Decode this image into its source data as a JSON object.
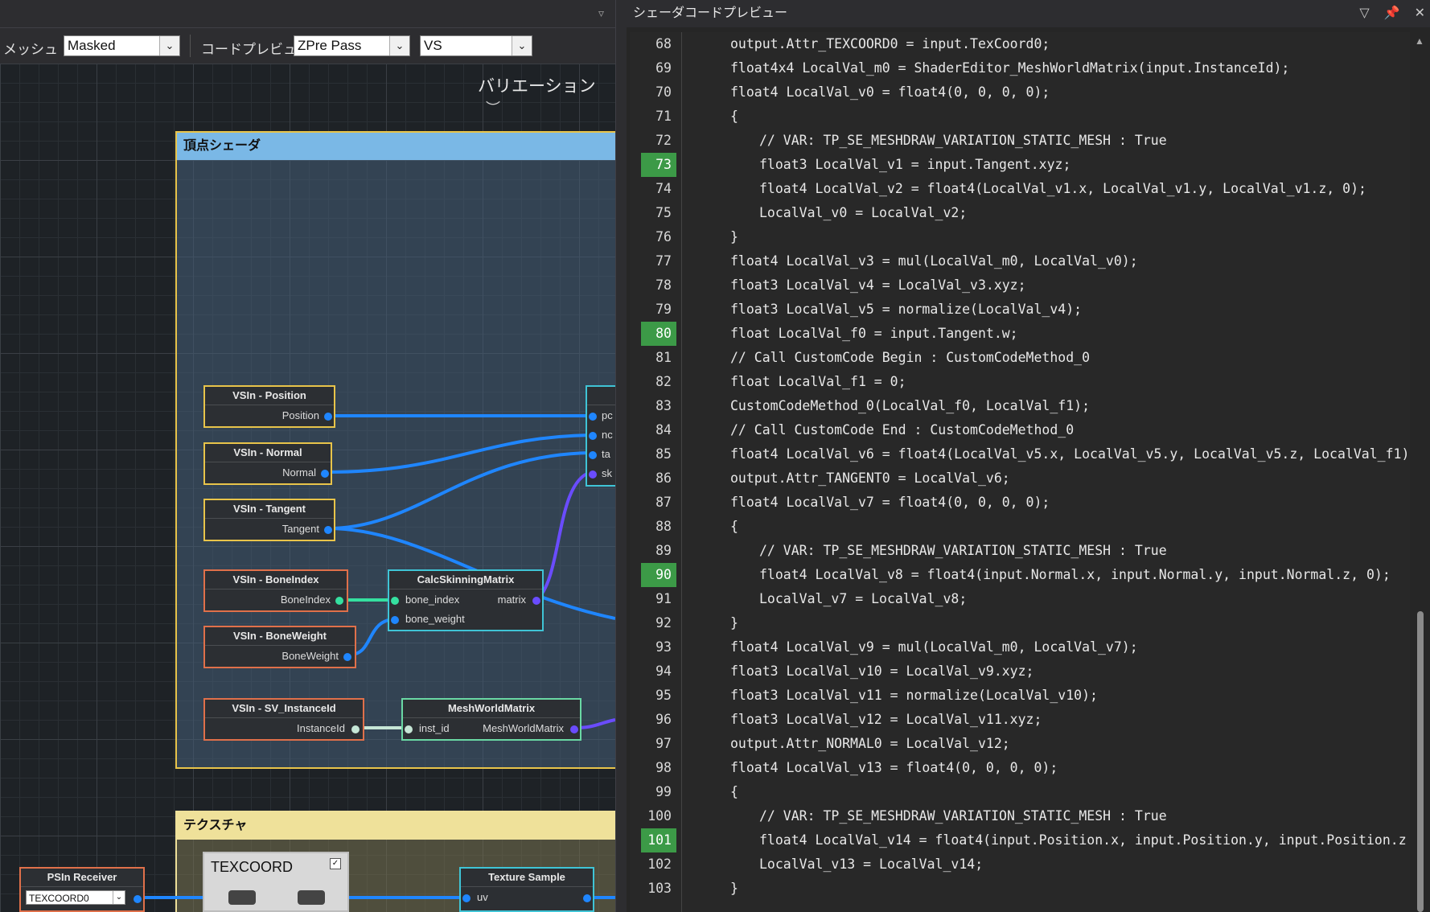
{
  "toolbar": {
    "mesh_label": "メッシュ",
    "mesh_value": "Masked",
    "preview_label": "コードプレビュー:",
    "pass_value": "ZPre Pass",
    "stage_value": "VS"
  },
  "canvas": {
    "variation_label": "バリエーション",
    "groups": {
      "vertex_shader": "頂点シェーダ",
      "texture": "テクスチャ"
    },
    "nodes": {
      "position": {
        "title": "VSIn - Position",
        "port": "Position"
      },
      "normal": {
        "title": "VSIn - Normal",
        "port": "Normal"
      },
      "tangent": {
        "title": "VSIn - Tangent",
        "port": "Tangent"
      },
      "boneindex": {
        "title": "VSIn - BoneIndex",
        "port": "BoneIndex"
      },
      "boneweight": {
        "title": "VSIn - BoneWeight",
        "port": "BoneWeight"
      },
      "instanceid": {
        "title": "VSIn - SV_InstanceId",
        "port": "InstanceId"
      },
      "calcskinning": {
        "title": "CalcSkinningMatrix",
        "in1": "bone_index",
        "in2": "bone_weight",
        "out": "matrix"
      },
      "meshworld": {
        "title": "MeshWorldMatrix",
        "in": "inst_id",
        "out": "MeshWorldMatrix"
      },
      "partial_out": {
        "p1": "pc",
        "p2": "nc",
        "p3": "ta",
        "p4": "sk"
      },
      "psin": {
        "title": "PSIn Receiver",
        "value": "TEXCOORD0"
      },
      "texcoord": {
        "title": "TEXCOORD"
      },
      "texsample": {
        "title": "Texture Sample",
        "in": "uv"
      }
    }
  },
  "preview": {
    "title": "シェーダコードプレビュー",
    "lines": [
      {
        "n": "68",
        "hl": false,
        "indent": 1,
        "code": "output.Attr_TEXCOORD0 = input.TexCoord0;"
      },
      {
        "n": "69",
        "hl": false,
        "indent": 1,
        "code": "float4x4 LocalVal_m0 = ShaderEditor_MeshWorldMatrix(input.InstanceId);"
      },
      {
        "n": "70",
        "hl": false,
        "indent": 1,
        "code": "float4 LocalVal_v0 = float4(0, 0, 0, 0);"
      },
      {
        "n": "71",
        "hl": false,
        "indent": 1,
        "code": "{"
      },
      {
        "n": "72",
        "hl": false,
        "indent": 2,
        "code": "// VAR: TP_SE_MESHDRAW_VARIATION_STATIC_MESH : True"
      },
      {
        "n": "73",
        "hl": true,
        "indent": 2,
        "code": "float3 LocalVal_v1 = input.Tangent.xyz;"
      },
      {
        "n": "74",
        "hl": false,
        "indent": 2,
        "code": "float4 LocalVal_v2 = float4(LocalVal_v1.x, LocalVal_v1.y, LocalVal_v1.z, 0);"
      },
      {
        "n": "75",
        "hl": false,
        "indent": 2,
        "code": "LocalVal_v0 = LocalVal_v2;"
      },
      {
        "n": "76",
        "hl": false,
        "indent": 1,
        "code": "}"
      },
      {
        "n": "77",
        "hl": false,
        "indent": 1,
        "code": "float4 LocalVal_v3 = mul(LocalVal_m0, LocalVal_v0);"
      },
      {
        "n": "78",
        "hl": false,
        "indent": 1,
        "code": "float3 LocalVal_v4 = LocalVal_v3.xyz;"
      },
      {
        "n": "79",
        "hl": false,
        "indent": 1,
        "code": "float3 LocalVal_v5 = normalize(LocalVal_v4);"
      },
      {
        "n": "80",
        "hl": true,
        "indent": 1,
        "code": "float LocalVal_f0 = input.Tangent.w;"
      },
      {
        "n": "81",
        "hl": false,
        "indent": 1,
        "code": "// Call CustomCode Begin : CustomCodeMethod_0"
      },
      {
        "n": "82",
        "hl": false,
        "indent": 1,
        "code": "float LocalVal_f1 = 0;"
      },
      {
        "n": "83",
        "hl": false,
        "indent": 1,
        "code": "CustomCodeMethod_0(LocalVal_f0, LocalVal_f1);"
      },
      {
        "n": "84",
        "hl": false,
        "indent": 1,
        "code": "// Call CustomCode End : CustomCodeMethod_0"
      },
      {
        "n": "85",
        "hl": false,
        "indent": 1,
        "code": "float4 LocalVal_v6 = float4(LocalVal_v5.x, LocalVal_v5.y, LocalVal_v5.z, LocalVal_f1)"
      },
      {
        "n": "86",
        "hl": false,
        "indent": 1,
        "code": "output.Attr_TANGENT0 = LocalVal_v6;"
      },
      {
        "n": "87",
        "hl": false,
        "indent": 1,
        "code": "float4 LocalVal_v7 = float4(0, 0, 0, 0);"
      },
      {
        "n": "88",
        "hl": false,
        "indent": 1,
        "code": "{"
      },
      {
        "n": "89",
        "hl": false,
        "indent": 2,
        "code": "// VAR: TP_SE_MESHDRAW_VARIATION_STATIC_MESH : True"
      },
      {
        "n": "90",
        "hl": true,
        "indent": 2,
        "code": "float4 LocalVal_v8 = float4(input.Normal.x, input.Normal.y, input.Normal.z, 0);"
      },
      {
        "n": "91",
        "hl": false,
        "indent": 2,
        "code": "LocalVal_v7 = LocalVal_v8;"
      },
      {
        "n": "92",
        "hl": false,
        "indent": 1,
        "code": "}"
      },
      {
        "n": "93",
        "hl": false,
        "indent": 1,
        "code": "float4 LocalVal_v9 = mul(LocalVal_m0, LocalVal_v7);"
      },
      {
        "n": "94",
        "hl": false,
        "indent": 1,
        "code": "float3 LocalVal_v10 = LocalVal_v9.xyz;"
      },
      {
        "n": "95",
        "hl": false,
        "indent": 1,
        "code": "float3 LocalVal_v11 = normalize(LocalVal_v10);"
      },
      {
        "n": "96",
        "hl": false,
        "indent": 1,
        "code": "float3 LocalVal_v12 = LocalVal_v11.xyz;"
      },
      {
        "n": "97",
        "hl": false,
        "indent": 1,
        "code": "output.Attr_NORMAL0 = LocalVal_v12;"
      },
      {
        "n": "98",
        "hl": false,
        "indent": 1,
        "code": "float4 LocalVal_v13 = float4(0, 0, 0, 0);"
      },
      {
        "n": "99",
        "hl": false,
        "indent": 1,
        "code": "{"
      },
      {
        "n": "100",
        "hl": false,
        "indent": 2,
        "code": "// VAR: TP_SE_MESHDRAW_VARIATION_STATIC_MESH : True"
      },
      {
        "n": "101",
        "hl": true,
        "indent": 2,
        "code": "float4 LocalVal_v14 = float4(input.Position.x, input.Position.y, input.Position.z"
      },
      {
        "n": "102",
        "hl": false,
        "indent": 2,
        "code": "LocalVal_v13 = LocalVal_v14;"
      },
      {
        "n": "103",
        "hl": false,
        "indent": 1,
        "code": "}"
      }
    ]
  },
  "colors": {
    "vertex_group_head": "#7ab8e6",
    "texture_group_head": "#efe19a",
    "wire_blue": "#1f86ff",
    "wire_green": "#35e0a0",
    "wire_purple": "#6a4cff",
    "line_highlight": "#3c9a47"
  }
}
